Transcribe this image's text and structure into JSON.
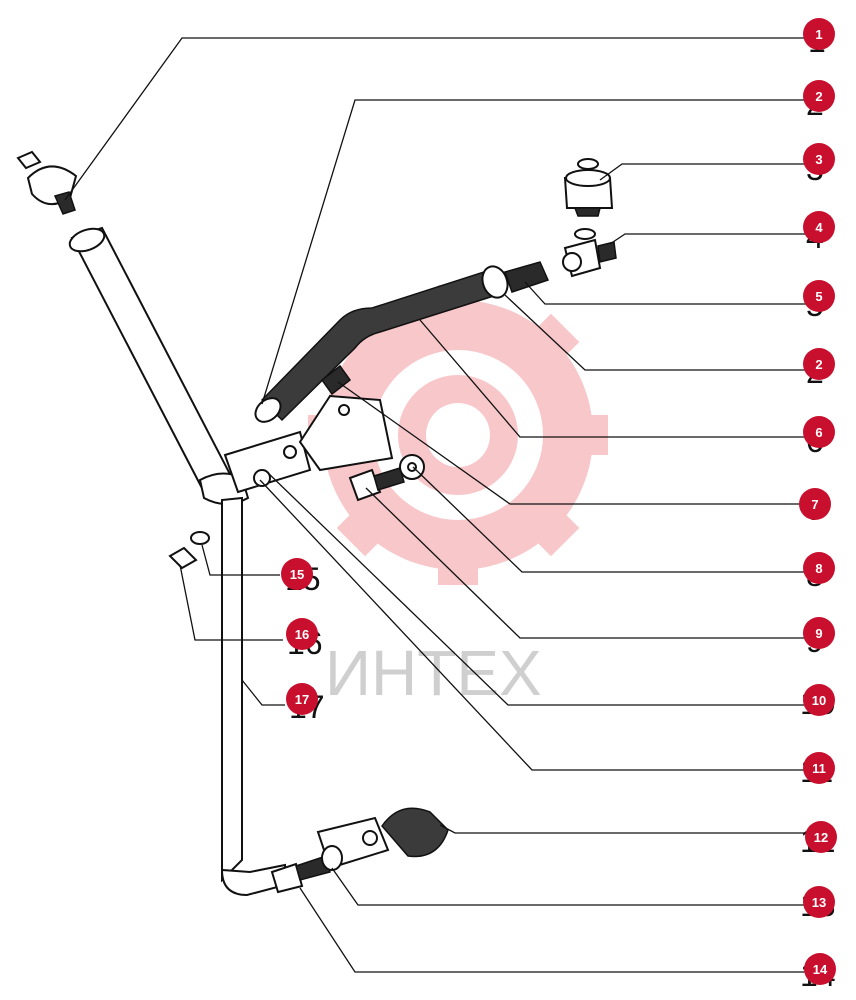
{
  "watermark": {
    "text": "ИНТЕХ",
    "color": "#f2b8b8"
  },
  "callout_color": "#c8102e",
  "callouts": [
    {
      "label": "1"
    },
    {
      "label": "2"
    },
    {
      "label": "3"
    },
    {
      "label": "4"
    },
    {
      "label": "5"
    },
    {
      "label": "2"
    },
    {
      "label": "6"
    },
    {
      "label": "7"
    },
    {
      "label": "8"
    },
    {
      "label": "9"
    },
    {
      "label": "10"
    },
    {
      "label": "11"
    },
    {
      "label": "12"
    },
    {
      "label": "13"
    },
    {
      "label": "14"
    },
    {
      "label": "15"
    },
    {
      "label": "16"
    },
    {
      "label": "17"
    }
  ]
}
